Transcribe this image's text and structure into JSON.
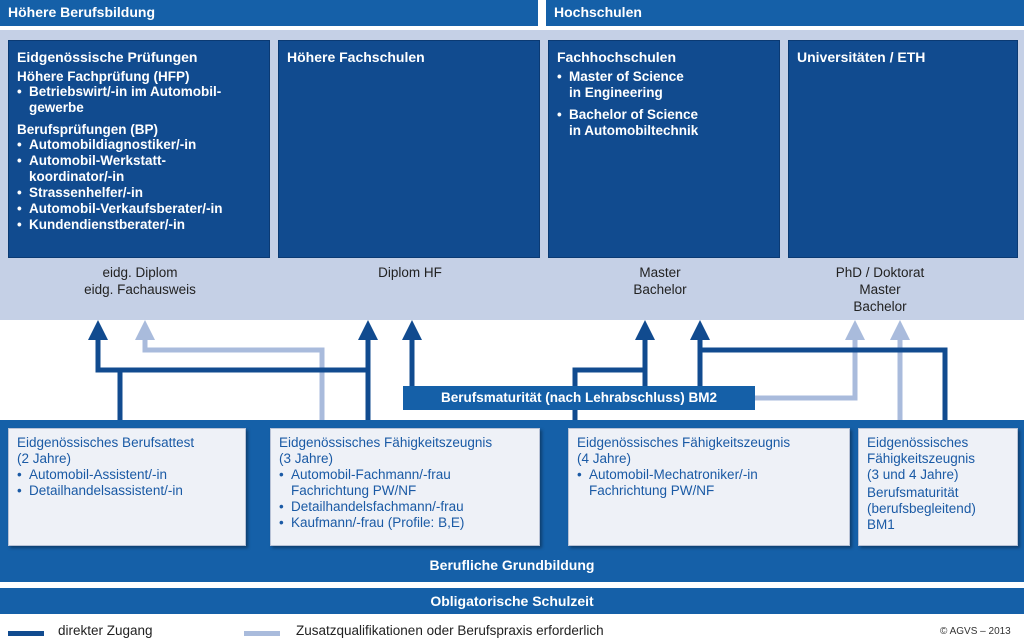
{
  "headers": {
    "higher": "Höhere Berufsbildung",
    "universities": "Hochschulen"
  },
  "tertiary": {
    "federal_exams": {
      "title": "Eidgenössische Prüfungen",
      "hfp_title": "Höhere Fachprüfung (HFP)",
      "hfp_items": [
        "Betriebswirt/-in im Automobil-",
        "gewerbe"
      ],
      "bp_title": "Berufsprüfungen (BP)",
      "bp_items": [
        "Automobildiagnostiker/-in",
        "Automobil-Werkstatt-",
        "koordinator/-in",
        "Strassenhelfer/-in",
        "Automobil-Verkaufsberater/-in",
        "Kundendienstberater/-in"
      ]
    },
    "hf": {
      "title": "Höhere Fachschulen"
    },
    "fh": {
      "title": "Fachhochschulen",
      "items": [
        "Master of Science",
        "in Engineering",
        "Bachelor of Science",
        "in Automobiltechnik"
      ]
    },
    "uni": {
      "title": "Universitäten / ETH"
    }
  },
  "degrees": {
    "exams": [
      "eidg. Diplom",
      "eidg. Fachausweis"
    ],
    "hf": [
      "Diplom HF"
    ],
    "fh": [
      "Master",
      "Bachelor"
    ],
    "uni": [
      "PhD / Doktorat",
      "Master",
      "Bachelor"
    ]
  },
  "bm2": "Berufsmaturität (nach Lehrabschluss)  BM2",
  "basic": {
    "eba": {
      "title": "Eidgenössisches Berufsattest",
      "duration": "(2 Jahre)",
      "items": [
        "Automobil-Assistent/-in",
        "Detailhandelsassistent/-in"
      ]
    },
    "efz3": {
      "title": "Eidgenössisches Fähigkeitszeugnis",
      "duration": "(3 Jahre)",
      "items": [
        "Automobil-Fachmann/-frau",
        "Fachrichtung PW/NF",
        "Detailhandelsfachmann/-frau",
        "Kaufmann/-frau (Profile: B,E)"
      ]
    },
    "efz4": {
      "title": "Eidgenössisches Fähigkeitszeugnis",
      "duration": "(4 Jahre)",
      "items": [
        "Automobil-Mechatroniker/-in",
        "Fachrichtung PW/NF"
      ]
    },
    "efz34": {
      "title_lines": [
        "Eidgenössisches",
        "Fähigkeitszeugnis",
        "(3 und 4 Jahre)"
      ],
      "bm_lines": [
        "Berufsmaturität",
        "(berufsbegleitend)",
        "BM1"
      ]
    }
  },
  "basic_label": "Berufliche Grundbildung",
  "school_label": "Obligatorische Schulzeit",
  "legend": {
    "direct": "direkter Zugang",
    "additional": "Zusatzqualifikationen oder Berufspraxis erforderlich"
  },
  "copyright": "© AGVS – 2013",
  "colors": {
    "dark_blue": "#114b8f",
    "header_blue": "#1560a8",
    "light_band": "#c5d0e6",
    "light_arrow": "#a9bbdc"
  }
}
